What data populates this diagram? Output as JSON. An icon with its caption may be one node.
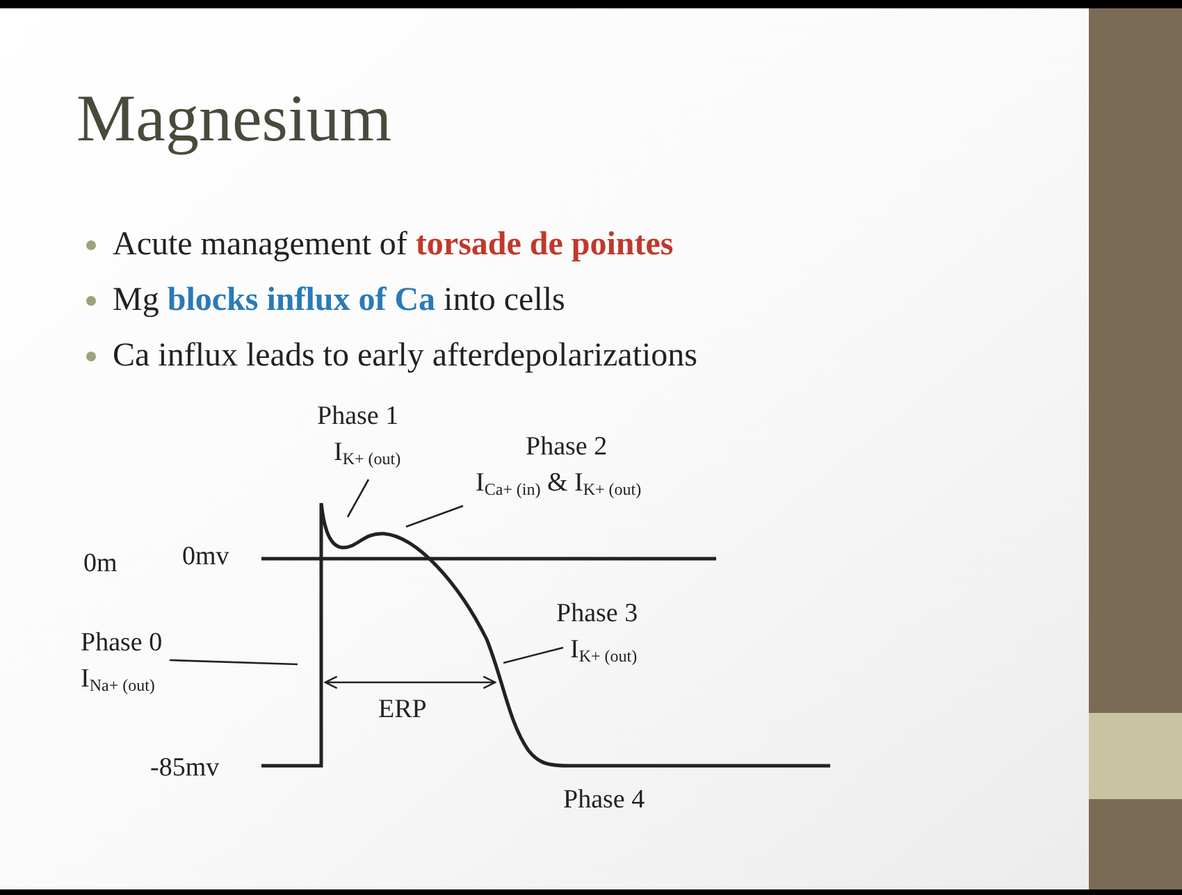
{
  "diagram": {
    "title": "Magnesium",
    "nodes": [
      {
        "text": [
          "Phase 1",
          "I$_{K+ (out)}$"
        ]
      },
      {
        "text": [
          "Phase 2",
          "I$_{Ca+ (in)}$ & I$_{K+ (out)}$"
        ]
      },
      {
        "text": [
          "Phase 0",
          "I$_{Na+ (out)}$"
        ]
      },
      {
        "text": [
          "Phase 3",
          "I$_{K+ (out)}$"
        ]
      }
    ],
    "edges": [
      {
        "from": 0,
        "to": null,
        "arrow": "none"
      },
      {
        "from": 1,
        "to": null,
        "arrow": "none"
      },
      {
        "from": 2,
        "to": null,
        "arrow": "none"
      },
      {
        "from": 3,
        "to": null,
        "arrow": "none"
      }
    ],
    "labels": [
      "Acute management of **torsade de pointes**",
      "Mg **blocks influx of Ca** into cells",
      "Ca influx leads to early afterdepolarizations",
      "0m",
      "0mv",
      "ERP",
      "-85mv",
      "Phase 4"
    ]
  }
}
